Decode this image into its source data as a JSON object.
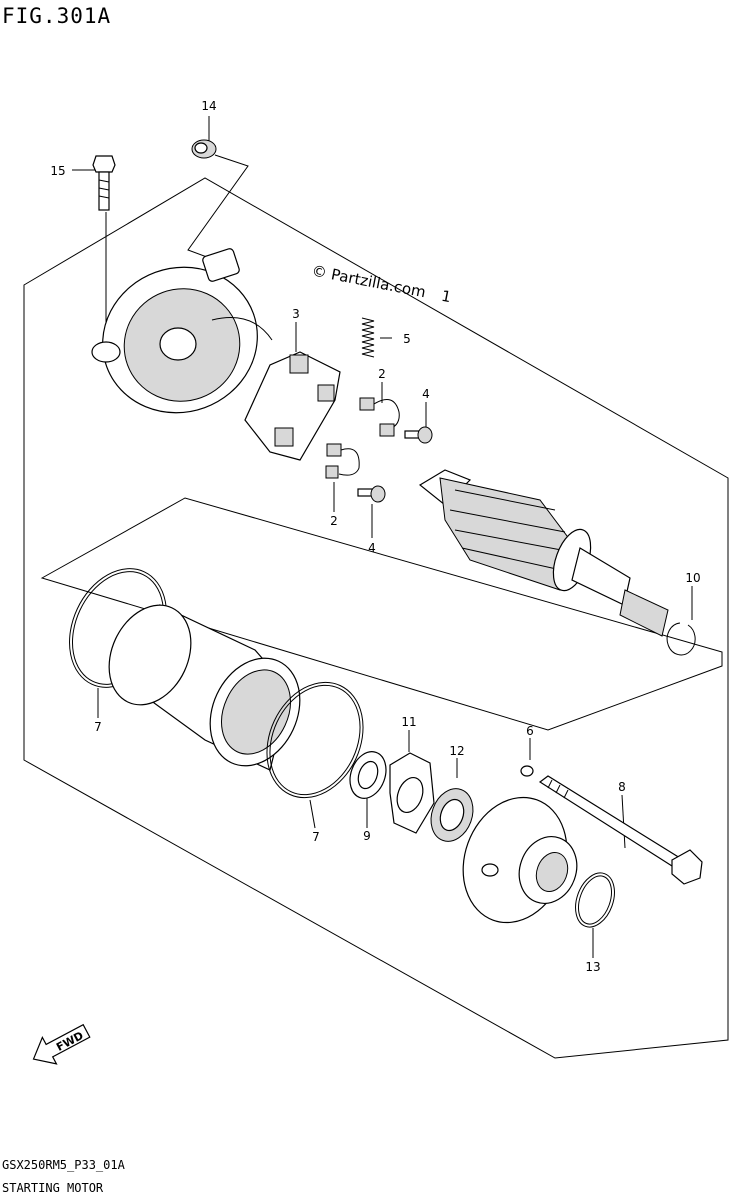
{
  "figure": {
    "title": "FIG.301A",
    "code": "GSX250RM5_P33_01A",
    "caption": "STARTING MOTOR",
    "watermark": "© Partzilla.com",
    "watermark_suffix": "1",
    "fwd_label": "FWD"
  },
  "callouts": [
    "14",
    "15",
    "3",
    "5",
    "2",
    "4",
    "2",
    "4",
    "10",
    "7",
    "7",
    "11",
    "9",
    "12",
    "6",
    "8",
    "13"
  ]
}
